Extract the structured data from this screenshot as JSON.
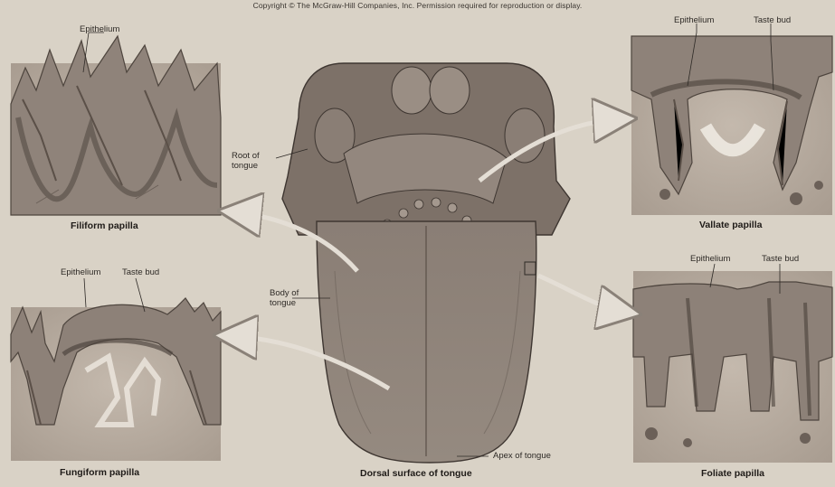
{
  "copyright": "Copyright © The McGraw-Hill Companies, Inc. Permission required for reproduction or display.",
  "labels": {
    "filiform_epithelium": "Epithelium",
    "vallate_epithelium": "Epithelium",
    "vallate_taste_bud": "Taste bud",
    "root_of_tongue": "Root of tongue",
    "fungiform_epithelium": "Epithelium",
    "fungiform_taste_bud": "Taste bud",
    "body_of_tongue": "Body of tongue",
    "foliate_epithelium": "Epithelium",
    "foliate_taste_bud": "Taste bud",
    "apex_of_tongue": "Apex of tongue"
  },
  "captions": {
    "filiform": "Filiform papilla",
    "vallate": "Vallate papilla",
    "fungiform": "Fungiform papilla",
    "dorsal": "Dorsal surface of tongue",
    "foliate": "Foliate papilla"
  },
  "colors": {
    "background": "#d9d2c6",
    "tissue_dark": "#6e6259",
    "tissue_mid": "#8f837a",
    "tissue_light": "#b9aea2",
    "arrow": "#cfc8be"
  }
}
